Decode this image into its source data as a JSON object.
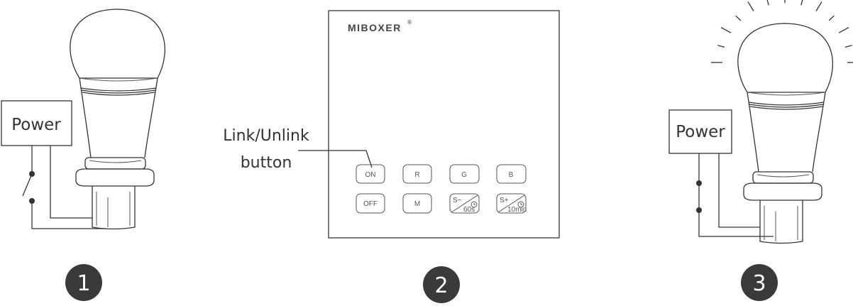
{
  "steps": [
    {
      "number": "1",
      "power_label": "Power"
    },
    {
      "number": "2",
      "callout": [
        "Link/Unlink",
        "button"
      ]
    },
    {
      "number": "3",
      "power_label": "Power"
    }
  ],
  "panel": {
    "brand": "MIBOXER",
    "registered": "®",
    "buttons_row1": [
      "ON",
      "R",
      "G",
      "B"
    ],
    "buttons_row2": [
      "OFF",
      "M"
    ],
    "speed_minus": {
      "label": "S−",
      "sub": "60s"
    },
    "speed_plus": {
      "label": "S+",
      "sub": "10min"
    }
  },
  "colors": {
    "badge": "#3a3a3a",
    "line": "#333333"
  }
}
